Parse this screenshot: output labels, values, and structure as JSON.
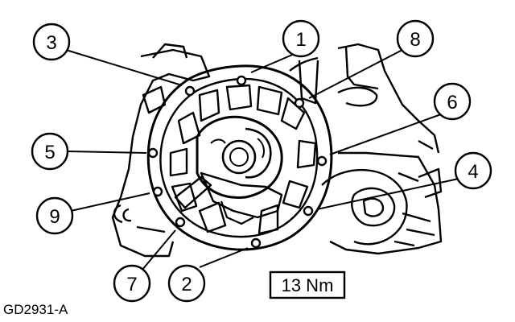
{
  "figure_code": "GD2931-A",
  "torque_spec": "13 Nm",
  "callouts": [
    {
      "label": "1"
    },
    {
      "label": "2"
    },
    {
      "label": "3"
    },
    {
      "label": "4"
    },
    {
      "label": "5"
    },
    {
      "label": "6"
    },
    {
      "label": "7"
    },
    {
      "label": "8"
    },
    {
      "label": "9"
    }
  ]
}
